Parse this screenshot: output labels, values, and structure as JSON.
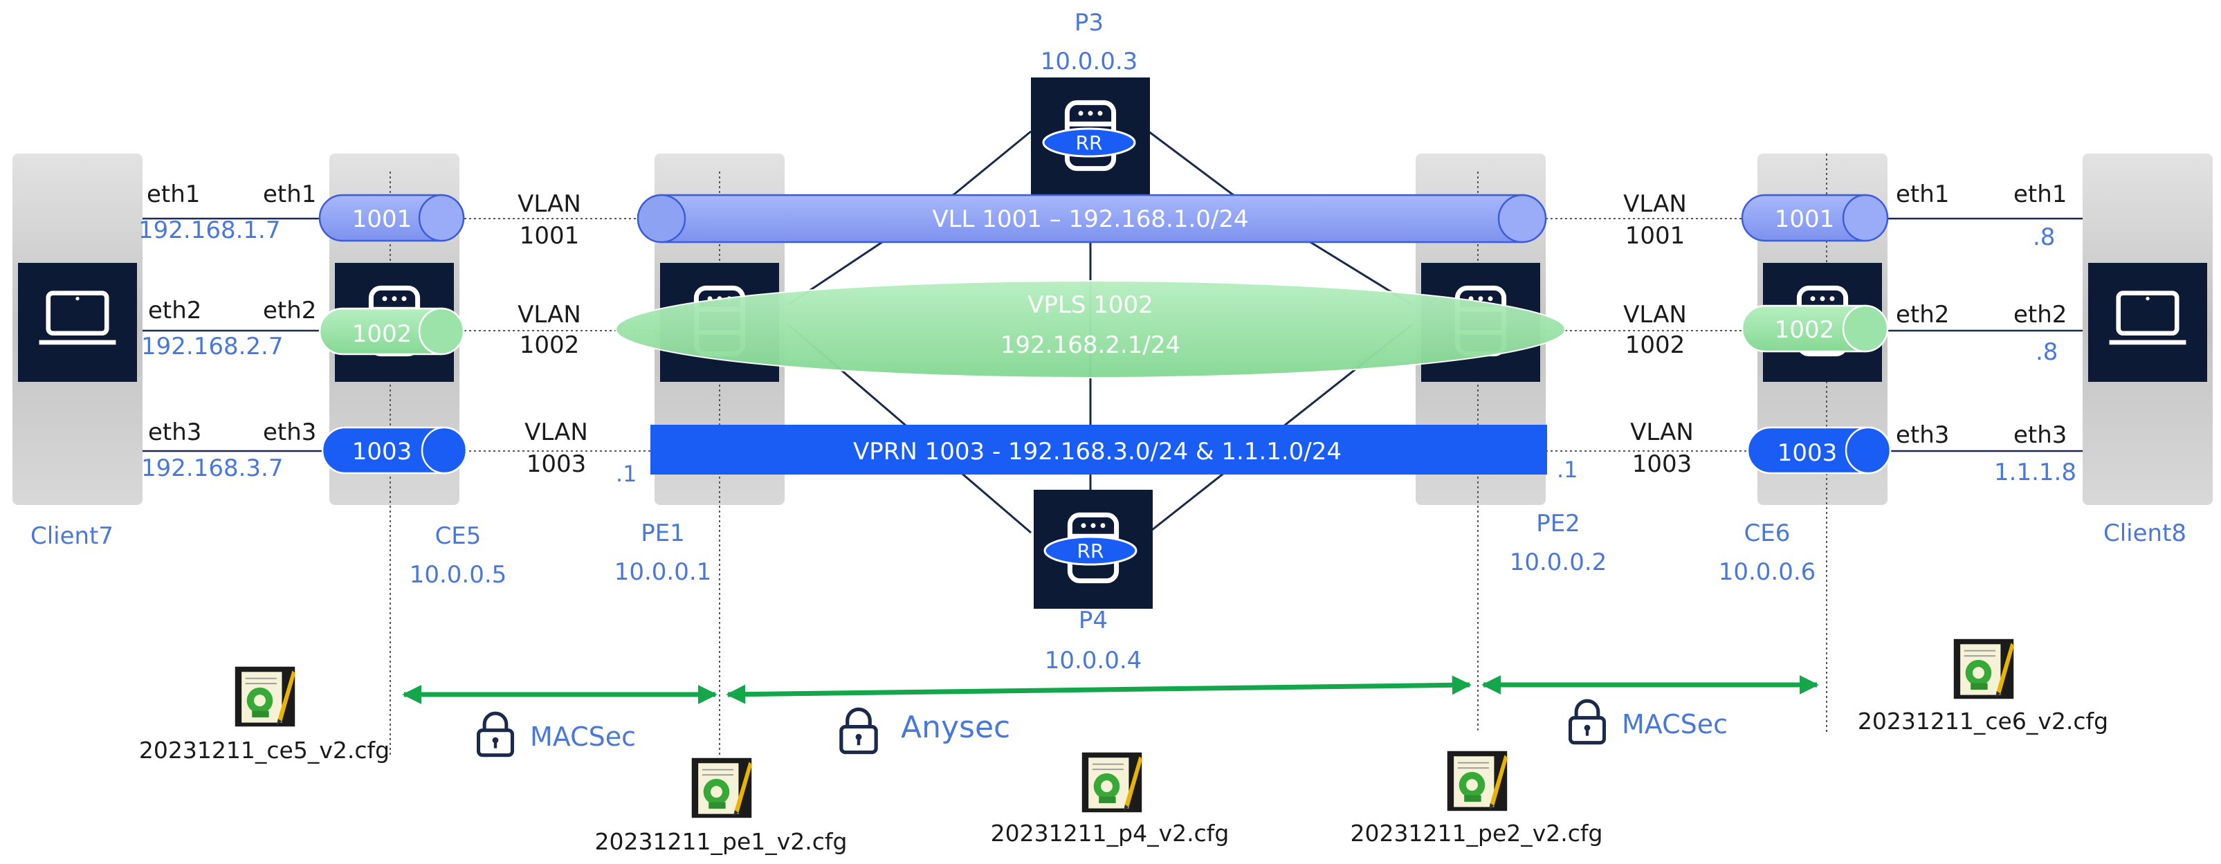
{
  "colors": {
    "label_blue": "#4a78d6",
    "vll_purple": "#8fa4f5",
    "vpls_green": "#9be3a8",
    "vprn_blue": "#1a5df5",
    "arrow_green": "#13a64a",
    "device_navy": "#0d1a36",
    "panel_grey": "#c8c8c8"
  },
  "nodes": {
    "client7": {
      "name": "Client7"
    },
    "client8": {
      "name": "Client8"
    },
    "ce5": {
      "name": "CE5",
      "ip": "10.0.0.5"
    },
    "ce6": {
      "name": "CE6",
      "ip": "10.0.0.6"
    },
    "pe1": {
      "name": "PE1",
      "ip": "10.0.0.1"
    },
    "pe2": {
      "name": "PE2",
      "ip": "10.0.0.2"
    },
    "p3": {
      "name": "P3",
      "ip": "10.0.0.3",
      "badge": "RR"
    },
    "p4": {
      "name": "P4",
      "ip": "10.0.0.4",
      "badge": "RR"
    }
  },
  "left_links": {
    "client_ports": [
      "eth1",
      "eth2",
      "eth3"
    ],
    "ce_ports": [
      "eth1",
      "eth2",
      "eth3"
    ],
    "client_ips": [
      "192.168.1.7",
      "192.168.2.7",
      "192.168.3.7"
    ]
  },
  "right_links": {
    "ce_ports": [
      "eth1",
      "eth2",
      "eth3"
    ],
    "client_ports": [
      "eth1",
      "eth2",
      "eth3"
    ],
    "client_ips": [
      ".8",
      ".8",
      "1.1.1.8"
    ]
  },
  "vlans": {
    "label": "VLAN",
    "ids": [
      "1001",
      "1002",
      "1003"
    ]
  },
  "services": {
    "vll": "VLL 1001 – 192.168.1.0/24",
    "vpls_line1": "VPLS 1002",
    "vpls_line2": "192.168.2.1/24",
    "vprn": "VPRN 1003 - 192.168.3.0/24 & 1.1.1.0/24",
    "gw_pe1": ".1",
    "gw_pe2": ".1"
  },
  "security": {
    "left": "MACSec",
    "middle": "Anysec",
    "right": "MACSec"
  },
  "config_files": {
    "ce5": "20231211_ce5_v2.cfg",
    "pe1": "20231211_pe1_v2.cfg",
    "p4": "20231211_p4_v2.cfg",
    "pe2": "20231211_pe2_v2.cfg",
    "ce6": "20231211_ce6_v2.cfg"
  }
}
